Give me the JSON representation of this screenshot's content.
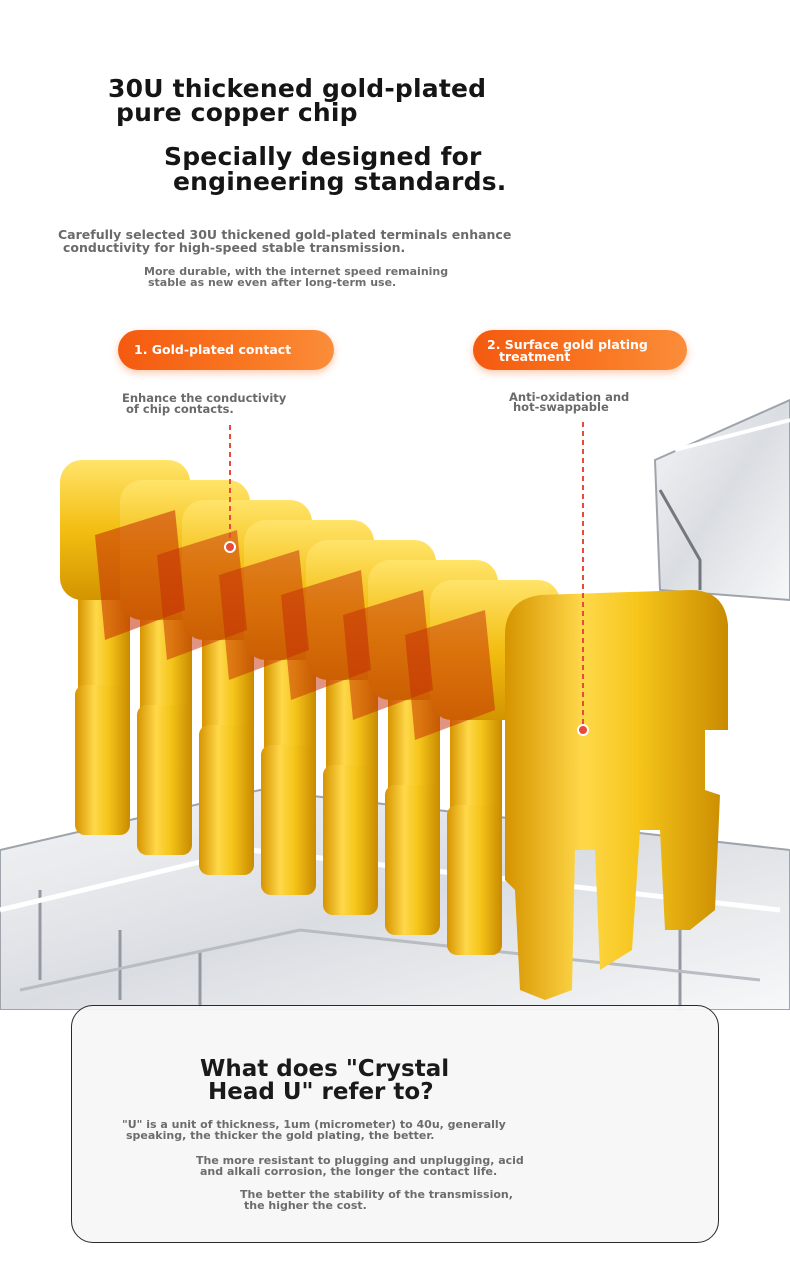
{
  "header": {
    "title_line1": "30U thickened gold-plated",
    "title_line2": "pure copper chip",
    "subtitle_line1": "Specially designed for",
    "subtitle_line2": "engineering standards."
  },
  "intro": {
    "line1": "Carefully selected 30U thickened gold-plated terminals enhance",
    "line2": "conductivity for high-speed stable transmission.",
    "line3": "More durable, with the internet speed remaining",
    "line4": "stable as new even after long-term use."
  },
  "features": [
    {
      "label": "1. Gold-plated contact",
      "desc_line1": "Enhance the conductivity",
      "desc_line2": "of chip contacts."
    },
    {
      "label_line1": "2. Surface gold plating",
      "label_line2": "treatment",
      "desc_line1": "Anti-oxidation and",
      "desc_line2": "hot-swappable"
    }
  ],
  "info_box": {
    "title_line1": "What does \"Crystal",
    "title_line2": "Head U\" refer to?",
    "p1_line1": "\"U\" is a unit of thickness, 1um (micrometer) to 40u, generally",
    "p1_line2": "speaking, the thicker the gold plating, the better.",
    "p2_line1": "The more resistant to plugging and unplugging, acid",
    "p2_line2": "and alkali corrosion, the longer the contact life.",
    "p3_line1": "The better the stability of the transmission,",
    "p3_line2": "the higher the cost."
  },
  "colors": {
    "accent_orange": "#f5671a",
    "gold": "#f2c21c",
    "dashed_line": "#e84a3c"
  }
}
